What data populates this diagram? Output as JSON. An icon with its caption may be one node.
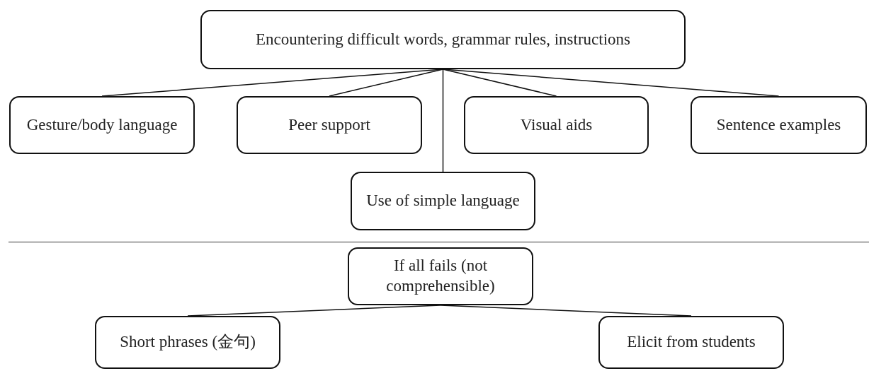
{
  "diagram": {
    "nodes": [
      {
        "text": [
          "Encountering difficult words, grammar rules, instructions"
        ]
      },
      {
        "text": [
          "Gesture/body language"
        ]
      },
      {
        "text": [
          "Peer support"
        ]
      },
      {
        "text": [
          "Visual aids"
        ]
      },
      {
        "text": [
          "Sentence examples"
        ]
      },
      {
        "text": [
          "Use of simple language"
        ]
      },
      {
        "text": [
          "If all fails (not comprehensible)"
        ]
      },
      {
        "text": [
          "Short phrases (金句)"
        ]
      },
      {
        "text": [
          "Elicit from students"
        ]
      }
    ],
    "edges": [
      {
        "from": 0,
        "to": 1,
        "arrow": "none"
      },
      {
        "from": 0,
        "to": 2,
        "arrow": "none"
      },
      {
        "from": 0,
        "to": 3,
        "arrow": "none"
      },
      {
        "from": 0,
        "to": 4,
        "arrow": "none"
      },
      {
        "from": 0,
        "to": 5,
        "arrow": "none"
      },
      {
        "from": 6,
        "to": 7,
        "arrow": "none"
      },
      {
        "from": 6,
        "to": 8,
        "arrow": "none"
      }
    ]
  }
}
